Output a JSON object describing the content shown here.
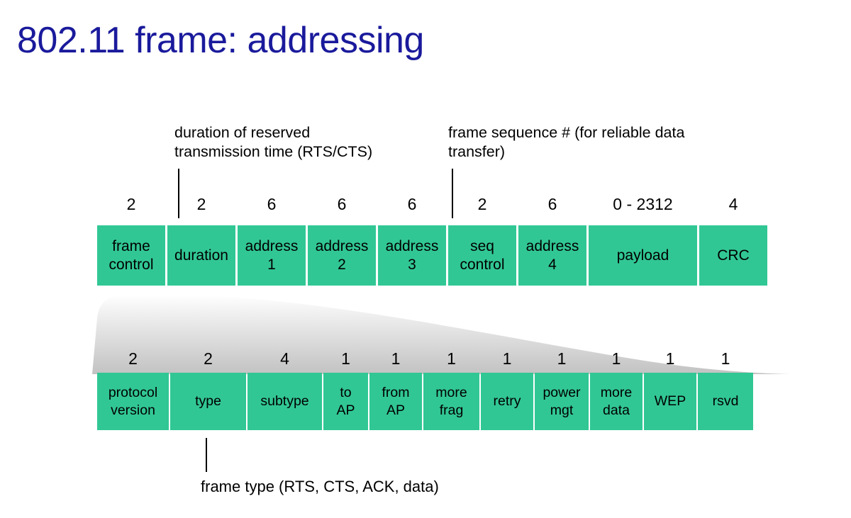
{
  "slide": {
    "title": "802.11 frame: addressing",
    "title_color": "#1a1a9c",
    "background_color": "#ffffff",
    "field_color": "#31c795",
    "funnel_color": "#c9c9c9"
  },
  "annotations": {
    "duration": "duration of reserved\ntransmission time (RTS/CTS)",
    "sequence": "frame sequence # (for reliable data\ntransfer)",
    "frame_type": "frame type (RTS, CTS, ACK, data)"
  },
  "frame_header": {
    "sizes": [
      "2",
      "2",
      "6",
      "6",
      "6",
      "2",
      "6",
      "0 - 2312",
      "4"
    ],
    "fields": [
      "frame\ncontrol",
      "duration",
      "address\n1",
      "address\n2",
      "address\n3",
      "seq\ncontrol",
      "address\n4",
      "payload",
      "CRC"
    ],
    "widths": [
      96,
      96,
      96,
      96,
      96,
      96,
      96,
      153,
      96
    ]
  },
  "frame_control": {
    "sizes": [
      "2",
      "2",
      "4",
      "1",
      "1",
      "1",
      "1",
      "1",
      "1",
      "1",
      "1"
    ],
    "fields": [
      "protocol\nversion",
      "type",
      "subtype",
      "to\nAP",
      "from\nAP",
      "more\nfrag",
      "retry",
      "power\nmgt",
      "more\ndata",
      "WEP",
      "rsvd"
    ],
    "widths": [
      101,
      107,
      105,
      63,
      74,
      79,
      74,
      76,
      74,
      74,
      78
    ]
  }
}
